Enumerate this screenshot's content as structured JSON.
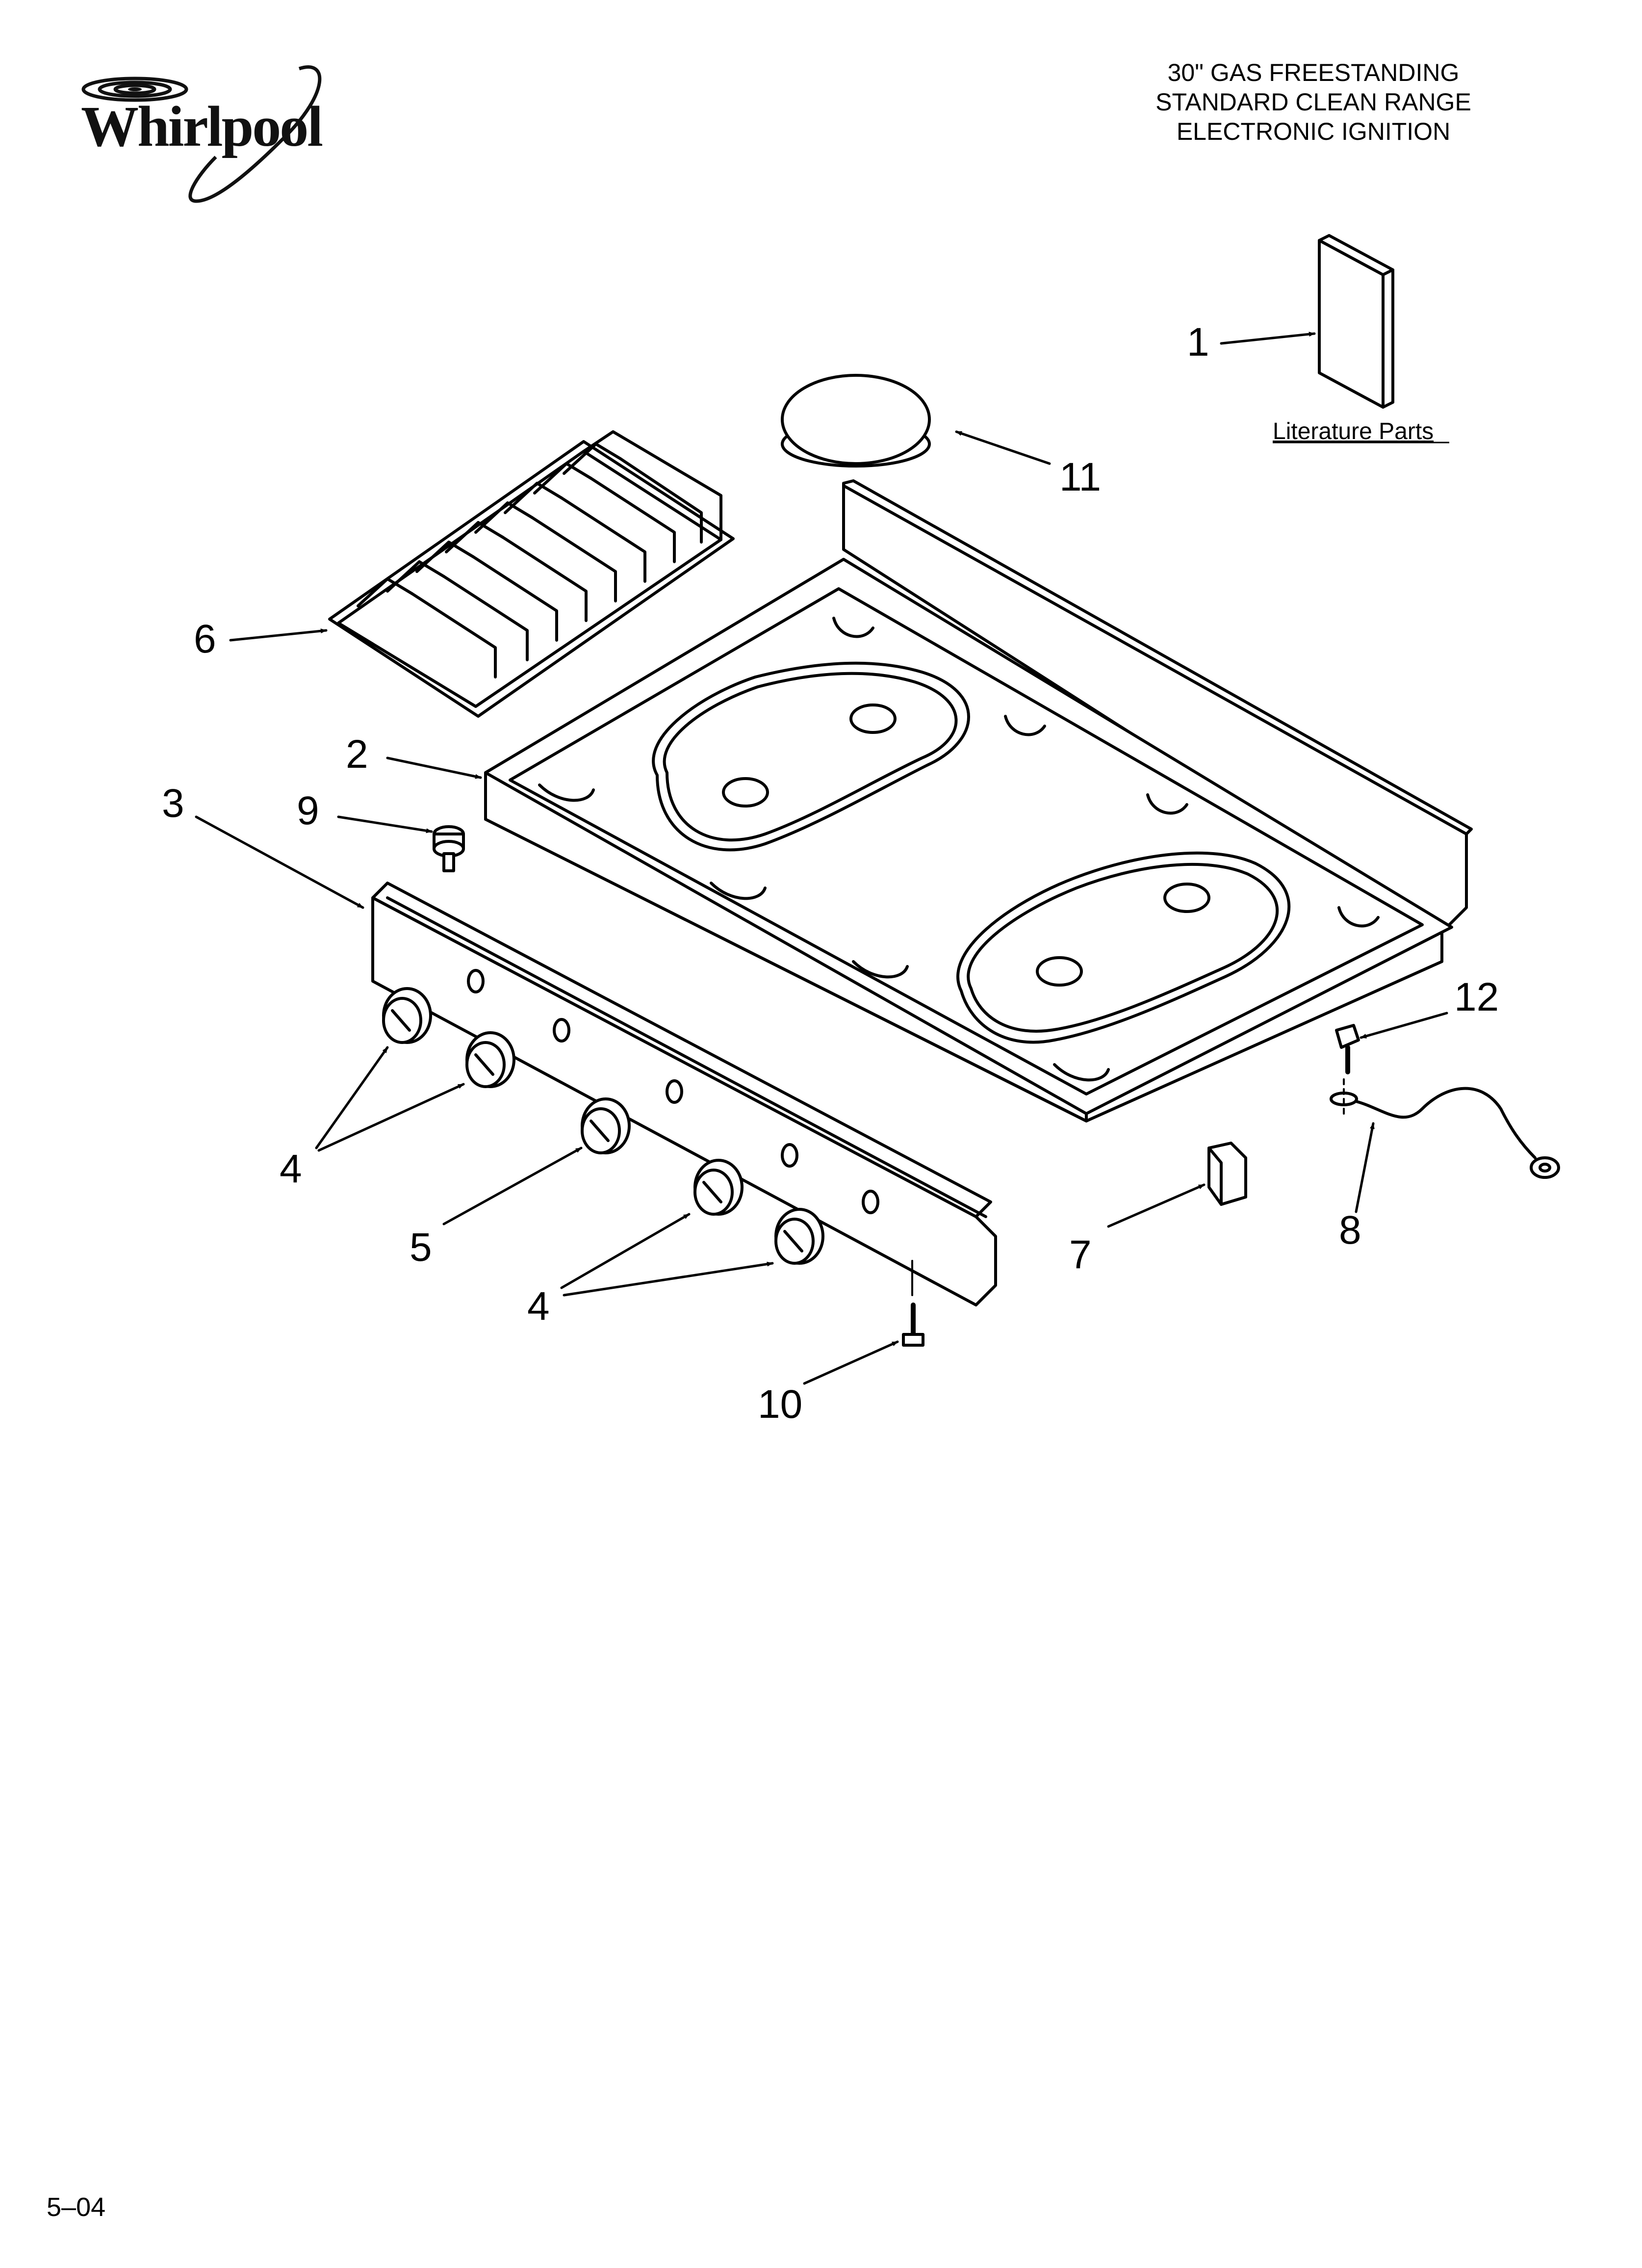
{
  "brand": {
    "name": "Whirlpool"
  },
  "header": {
    "title_lines": [
      "30\" GAS FREESTANDING",
      "STANDARD CLEAN RANGE",
      "ELECTRONIC IGNITION"
    ]
  },
  "diagram": {
    "literature_label": "Literature Parts",
    "callouts": {
      "c1": "1",
      "c2": "2",
      "c3": "3",
      "c4a": "4",
      "c4b": "4",
      "c5": "5",
      "c6": "6",
      "c7": "7",
      "c8": "8",
      "c9": "9",
      "c10": "10",
      "c11": "11",
      "c12": "12"
    }
  },
  "footer": {
    "date_code": "5–04"
  }
}
